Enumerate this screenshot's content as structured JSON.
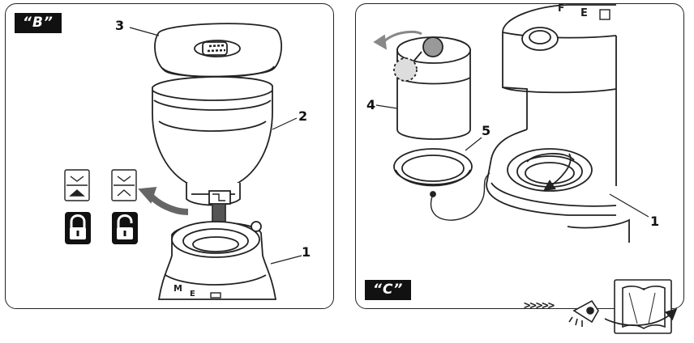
{
  "panel_b": {
    "tag": "“B”",
    "labels": {
      "lid": "3",
      "container": "2",
      "base": "1"
    }
  },
  "panel_c": {
    "tag": "“C”",
    "labels": {
      "canister": "4",
      "ring": "5",
      "machine": "1"
    }
  },
  "footer": {
    "arrows": ">>>>>"
  },
  "icons": [
    "chevron-down-icon",
    "triangle-up-icon",
    "chevron-up-icon",
    "lock-closed-icon",
    "lock-open-icon",
    "eye-icon",
    "book-icon"
  ]
}
